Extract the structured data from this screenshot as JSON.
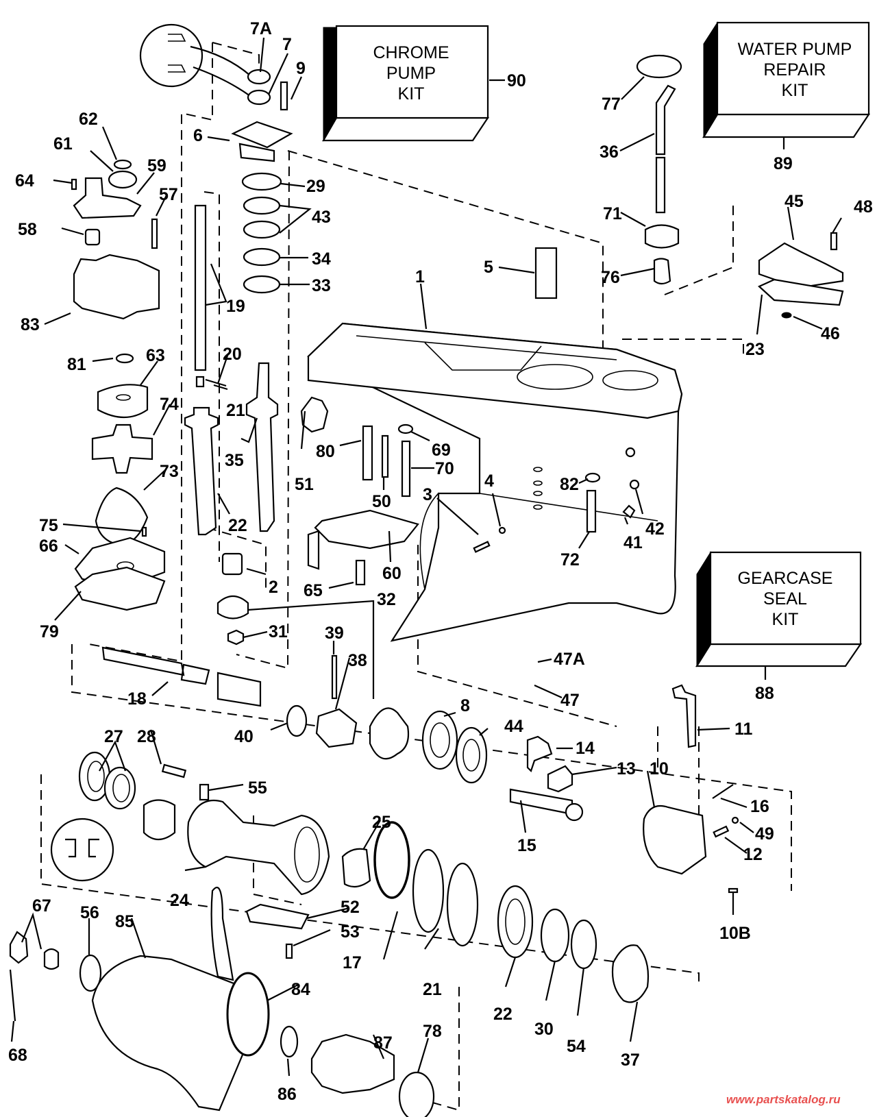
{
  "diagram": {
    "type": "exploded-parts-diagram",
    "subject": "Outboard gearcase assembly"
  },
  "kits": {
    "chrome_pump": {
      "lines": [
        "CHROME",
        "PUMP",
        "KIT"
      ],
      "ref": "90"
    },
    "water_pump_repair": {
      "lines": [
        "WATER PUMP",
        "REPAIR",
        "KIT"
      ],
      "ref": "89"
    },
    "gearcase_seal": {
      "lines": [
        "GEARCASE",
        "SEAL",
        "KIT"
      ],
      "ref": "88"
    }
  },
  "callouts": {
    "p1": "1",
    "p2": "2",
    "p3": "3",
    "p4": "4",
    "p5": "5",
    "p6": "6",
    "p7": "7",
    "p7A": "7A",
    "p8": "8",
    "p9": "9",
    "p10": "10",
    "p10B": "10B",
    "p11": "11",
    "p12": "12",
    "p13": "13",
    "p14": "14",
    "p15": "15",
    "p16": "16",
    "p17": "17",
    "p18": "18",
    "p19": "19",
    "p20": "20",
    "p21a": "21",
    "p21b": "21",
    "p22a": "22",
    "p22b": "22",
    "p23": "23",
    "p24": "24",
    "p25": "25",
    "p27": "27",
    "p28": "28",
    "p29": "29",
    "p30": "30",
    "p31": "31",
    "p32": "32",
    "p33": "33",
    "p34": "34",
    "p35": "35",
    "p36": "36",
    "p37": "37",
    "p38": "38",
    "p39": "39",
    "p40": "40",
    "p41": "41",
    "p42": "42",
    "p43": "43",
    "p44": "44",
    "p45": "45",
    "p46": "46",
    "p47": "47",
    "p47A": "47A",
    "p48": "48",
    "p49": "49",
    "p50": "50",
    "p51": "51",
    "p52": "52",
    "p53": "53",
    "p54": "54",
    "p55": "55",
    "p56": "56",
    "p57": "57",
    "p58": "58",
    "p59": "59",
    "p60": "60",
    "p61": "61",
    "p62": "62",
    "p63": "63",
    "p64": "64",
    "p65": "65",
    "p66": "66",
    "p67": "67",
    "p68": "68",
    "p69": "69",
    "p70": "70",
    "p71": "71",
    "p72": "72",
    "p73": "73",
    "p74": "74",
    "p75": "75",
    "p76": "76",
    "p77": "77",
    "p78": "78",
    "p79": "79",
    "p80": "80",
    "p81": "81",
    "p82": "82",
    "p83": "83",
    "p84": "84",
    "p85": "85",
    "p86": "86",
    "p87": "87"
  },
  "watermark": "www.partskatalog.ru"
}
